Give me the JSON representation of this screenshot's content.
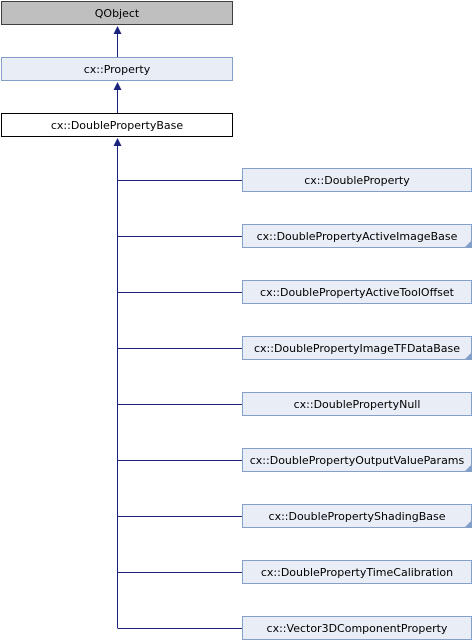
{
  "diagram": {
    "base": {
      "label": "QObject"
    },
    "property": {
      "label": "cx::Property"
    },
    "double_property_base": {
      "label": "cx::DoublePropertyBase"
    },
    "children": [
      {
        "label": "cx::DoubleProperty",
        "has_more": false
      },
      {
        "label": "cx::DoublePropertyActiveImageBase",
        "has_more": true
      },
      {
        "label": "cx::DoublePropertyActiveToolOffset",
        "has_more": false
      },
      {
        "label": "cx::DoublePropertyImageTFDataBase",
        "has_more": true
      },
      {
        "label": "cx::DoublePropertyNull",
        "has_more": false
      },
      {
        "label": "cx::DoublePropertyOutputValueParams",
        "has_more": true
      },
      {
        "label": "cx::DoublePropertyShadingBase",
        "has_more": true
      },
      {
        "label": "cx::DoublePropertyTimeCalibration",
        "has_more": false
      },
      {
        "label": "cx::Vector3DComponentProperty",
        "has_more": false
      }
    ],
    "colors": {
      "edge": "#1a237e",
      "node_gray": "#bfbfbf",
      "node_blue": "#e8edf6",
      "node_blue_border": "#84a0c8"
    }
  }
}
